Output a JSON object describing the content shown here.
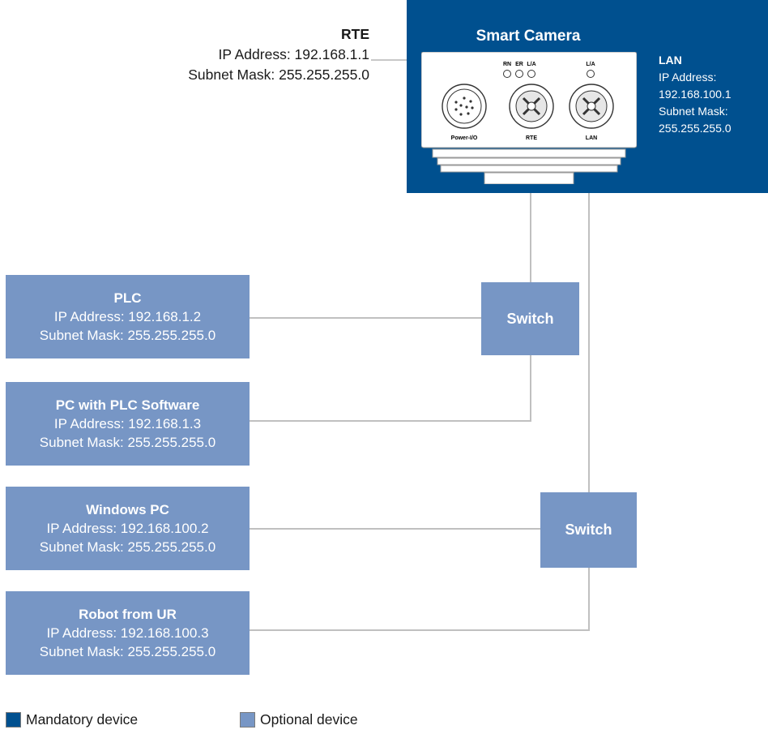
{
  "rte": {
    "title": "RTE",
    "ip": "IP Address: 192.168.1.1",
    "mask": "Subnet Mask: 255.255.255.0"
  },
  "camera": {
    "title": "Smart Camera",
    "leds": [
      "RN",
      "ER",
      "L/A",
      "L/A"
    ],
    "ports": [
      "Power-I/O",
      "RTE",
      "LAN"
    ],
    "lan": {
      "title": "LAN",
      "ip_label": "IP Address:",
      "ip": "192.168.100.1",
      "mask_label": "Subnet Mask:",
      "mask": "255.255.255.0"
    }
  },
  "devices": [
    {
      "title": "PLC",
      "ip": "IP Address: 192.168.1.2",
      "mask": "Subnet Mask: 255.255.255.0"
    },
    {
      "title": "PC with PLC Software",
      "ip": "IP Address: 192.168.1.3",
      "mask": "Subnet Mask: 255.255.255.0"
    },
    {
      "title": "Windows PC",
      "ip": "IP Address: 192.168.100.2",
      "mask": "Subnet Mask: 255.255.255.0"
    },
    {
      "title": "Robot from UR",
      "ip": "IP Address: 192.168.100.3",
      "mask": "Subnet Mask: 255.255.255.0"
    }
  ],
  "switches": [
    "Switch",
    "Switch"
  ],
  "legend": {
    "mandatory": {
      "label": "Mandatory device",
      "color": "#00508f"
    },
    "optional": {
      "label": "Optional device",
      "color": "#7796c5"
    }
  },
  "colors": {
    "wire": "#c0c0c0"
  }
}
